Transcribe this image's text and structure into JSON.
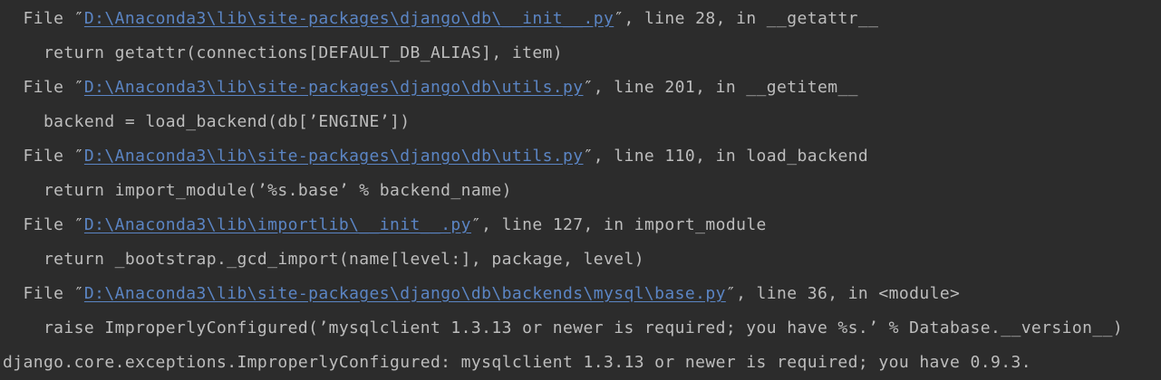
{
  "theme": {
    "background": "#2c2c2c",
    "text_color": "#bdbdbd",
    "link_color": "#5b85c4"
  },
  "console": {
    "description": "Python traceback console output",
    "lines": [
      {
        "name": "traceback-frame-1-location",
        "segments": [
          {
            "text": "  File ″",
            "style": "plain"
          },
          {
            "text": "D:\\Anaconda3\\lib\\site-packages\\django\\db\\__init__.py",
            "style": "link"
          },
          {
            "text": "″, line 28, in __getattr__",
            "style": "plain"
          }
        ]
      },
      {
        "name": "traceback-frame-1-code",
        "segments": [
          {
            "text": "    return getattr(connections[DEFAULT_DB_ALIAS], item)",
            "style": "plain"
          }
        ]
      },
      {
        "name": "traceback-frame-2-location",
        "segments": [
          {
            "text": "  File ″",
            "style": "plain"
          },
          {
            "text": "D:\\Anaconda3\\lib\\site-packages\\django\\db\\utils.py",
            "style": "link"
          },
          {
            "text": "″, line 201, in __getitem__",
            "style": "plain"
          }
        ]
      },
      {
        "name": "traceback-frame-2-code",
        "segments": [
          {
            "text": "    backend = load_backend(db[’ENGINE’])",
            "style": "plain"
          }
        ]
      },
      {
        "name": "traceback-frame-3-location",
        "segments": [
          {
            "text": "  File ″",
            "style": "plain"
          },
          {
            "text": "D:\\Anaconda3\\lib\\site-packages\\django\\db\\utils.py",
            "style": "link"
          },
          {
            "text": "″, line 110, in load_backend",
            "style": "plain"
          }
        ]
      },
      {
        "name": "traceback-frame-3-code",
        "segments": [
          {
            "text": "    return import_module(’%s.base’ % backend_name)",
            "style": "plain"
          }
        ]
      },
      {
        "name": "traceback-frame-4-location",
        "segments": [
          {
            "text": "  File ″",
            "style": "plain"
          },
          {
            "text": "D:\\Anaconda3\\lib\\importlib\\__init__.py",
            "style": "link"
          },
          {
            "text": "″, line 127, in import_module",
            "style": "plain"
          }
        ]
      },
      {
        "name": "traceback-frame-4-code",
        "segments": [
          {
            "text": "    return _bootstrap._gcd_import(name[level:], package, level)",
            "style": "plain"
          }
        ]
      },
      {
        "name": "traceback-frame-5-location",
        "segments": [
          {
            "text": "  File ″",
            "style": "plain"
          },
          {
            "text": "D:\\Anaconda3\\lib\\site-packages\\django\\db\\backends\\mysql\\base.py",
            "style": "link"
          },
          {
            "text": "″, line 36, in <module>",
            "style": "plain"
          }
        ]
      },
      {
        "name": "traceback-frame-5-code",
        "segments": [
          {
            "text": "    raise ImproperlyConfigured(’mysqlclient 1.3.13 or newer is required; you have %s.’ % Database.__version__)",
            "style": "plain"
          }
        ]
      },
      {
        "name": "exception-message",
        "segments": [
          {
            "text": "django.core.exceptions.ImproperlyConfigured: mysqlclient 1.3.13 or newer is required; you have 0.9.3.",
            "style": "plain"
          }
        ]
      }
    ]
  }
}
